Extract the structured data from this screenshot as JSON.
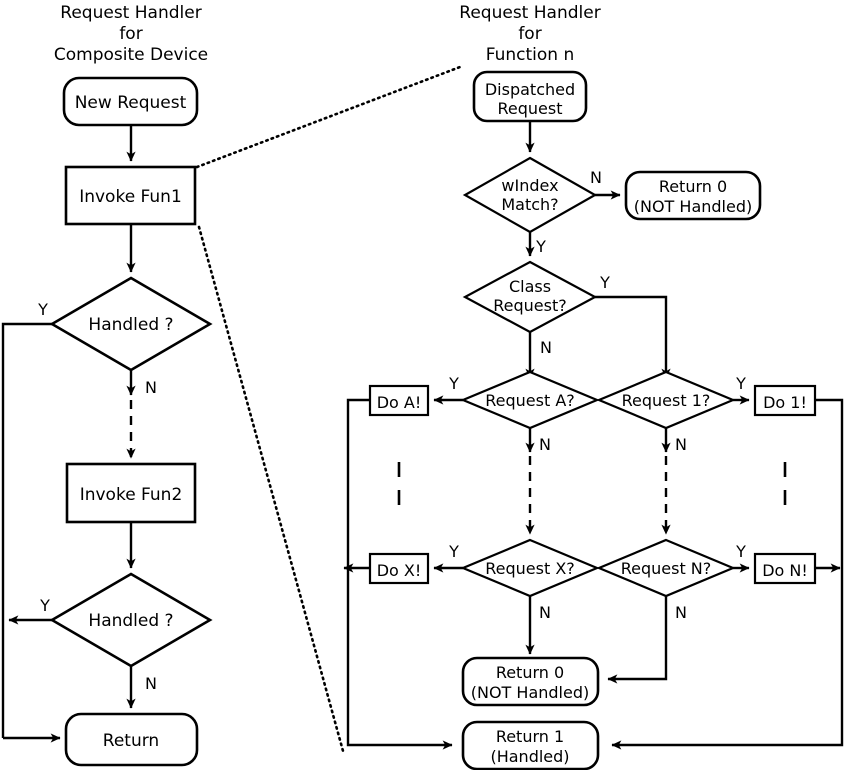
{
  "diagram": {
    "title_left": "Request Handler\nfor\nComposite Device",
    "title_right": "Request Handler\nfor\nFunction n",
    "left_titles": [
      "Request Handler",
      "for",
      "Composite Device"
    ],
    "right_titles": [
      "Request Handler",
      "for",
      "Function n"
    ],
    "colors": {
      "stroke": "#000000",
      "fill": "#ffffff",
      "background": "#ffffff"
    }
  },
  "left_flow": {
    "nodes": [
      {
        "id": "new-request",
        "label": "New Request",
        "shape": "rounded-rect"
      },
      {
        "id": "invoke-fun1",
        "label": "Invoke Fun1",
        "shape": "rect"
      },
      {
        "id": "handled-1",
        "label": "Handled ?",
        "shape": "diamond"
      },
      {
        "id": "invoke-fun2",
        "label": "Invoke Fun2",
        "shape": "rect"
      },
      {
        "id": "handled-2",
        "label": "Handled ?",
        "shape": "diamond"
      },
      {
        "id": "return",
        "label": "Return",
        "shape": "rounded-rect"
      }
    ],
    "edge_labels": {
      "handled1_yes": "Y",
      "handled1_no": "N",
      "handled2_yes": "Y",
      "handled2_no": "N"
    }
  },
  "right_flow": {
    "nodes": [
      {
        "id": "dispatched-request",
        "label_line1": "Dispatched",
        "label_line2": "Request",
        "shape": "rounded-rect"
      },
      {
        "id": "windex-match",
        "label_line1": "wIndex",
        "label_line2": "Match?",
        "shape": "diamond"
      },
      {
        "id": "return-0-top",
        "label_line1": "Return 0",
        "label_line2": "(NOT Handled)",
        "shape": "rounded-rect"
      },
      {
        "id": "class-request",
        "label_line1": "Class",
        "label_line2": "Request?",
        "shape": "diamond"
      },
      {
        "id": "request-a",
        "label": "Request A?",
        "shape": "diamond"
      },
      {
        "id": "request-1",
        "label": "Request 1?",
        "shape": "diamond"
      },
      {
        "id": "request-x",
        "label": "Request X?",
        "shape": "diamond"
      },
      {
        "id": "request-n",
        "label": "Request N?",
        "shape": "diamond"
      },
      {
        "id": "do-a",
        "label": "Do A!",
        "shape": "rect"
      },
      {
        "id": "do-1",
        "label": "Do 1!",
        "shape": "rect"
      },
      {
        "id": "do-x",
        "label": "Do X!",
        "shape": "rect"
      },
      {
        "id": "do-n",
        "label": "Do N!",
        "shape": "rect"
      },
      {
        "id": "return-0-bottom",
        "label_line1": "Return 0",
        "label_line2": "(NOT Handled)",
        "shape": "rounded-rect"
      },
      {
        "id": "return-1",
        "label_line1": "Return 1",
        "label_line2": "(Handled)",
        "shape": "rounded-rect"
      }
    ],
    "edge_labels": {
      "windex_no": "N",
      "windex_yes": "Y",
      "class_yes": "Y",
      "class_no": "N",
      "req_a_yes": "Y",
      "req_a_no": "N",
      "req_1_yes": "Y",
      "req_1_no": "N",
      "req_x_yes": "Y",
      "req_x_no": "N",
      "req_n_yes": "Y",
      "req_n_no": "N"
    },
    "ellipsis_marks": [
      "|",
      "|"
    ]
  }
}
